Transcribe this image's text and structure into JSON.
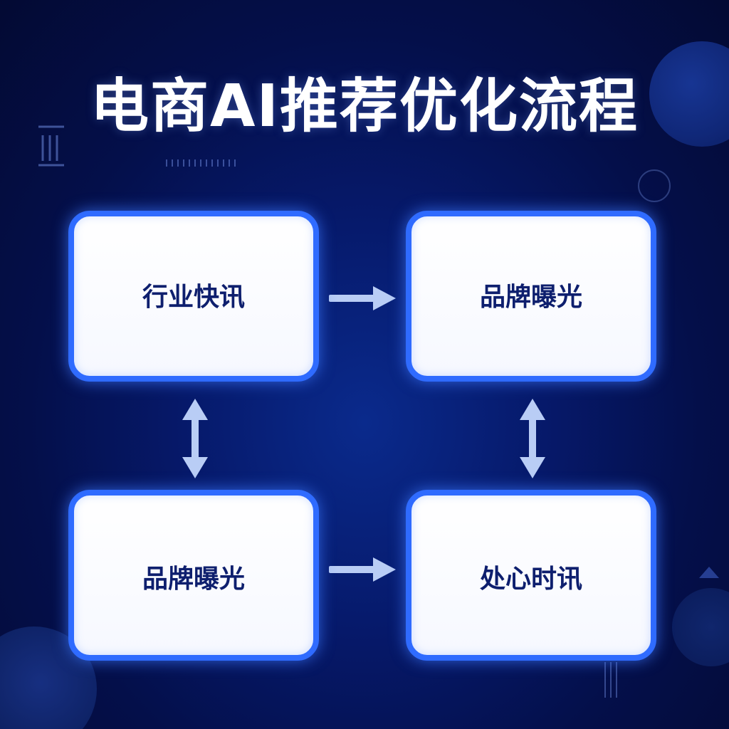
{
  "title": "电商AI推荐优化流程",
  "nodes": [
    {
      "label": "行业快讯"
    },
    {
      "label": "品牌曝光"
    },
    {
      "label": "品牌曝光"
    },
    {
      "label": "处心时讯"
    }
  ],
  "colors": {
    "background": "#06196a",
    "node_border": "#2f6bff",
    "node_fill": "#ffffff",
    "node_text": "#0e1f6e",
    "arrow": "#b9cdf5",
    "title": "#ffffff"
  },
  "icons": [
    "arrow-right-icon",
    "arrow-vertical-double-icon"
  ]
}
